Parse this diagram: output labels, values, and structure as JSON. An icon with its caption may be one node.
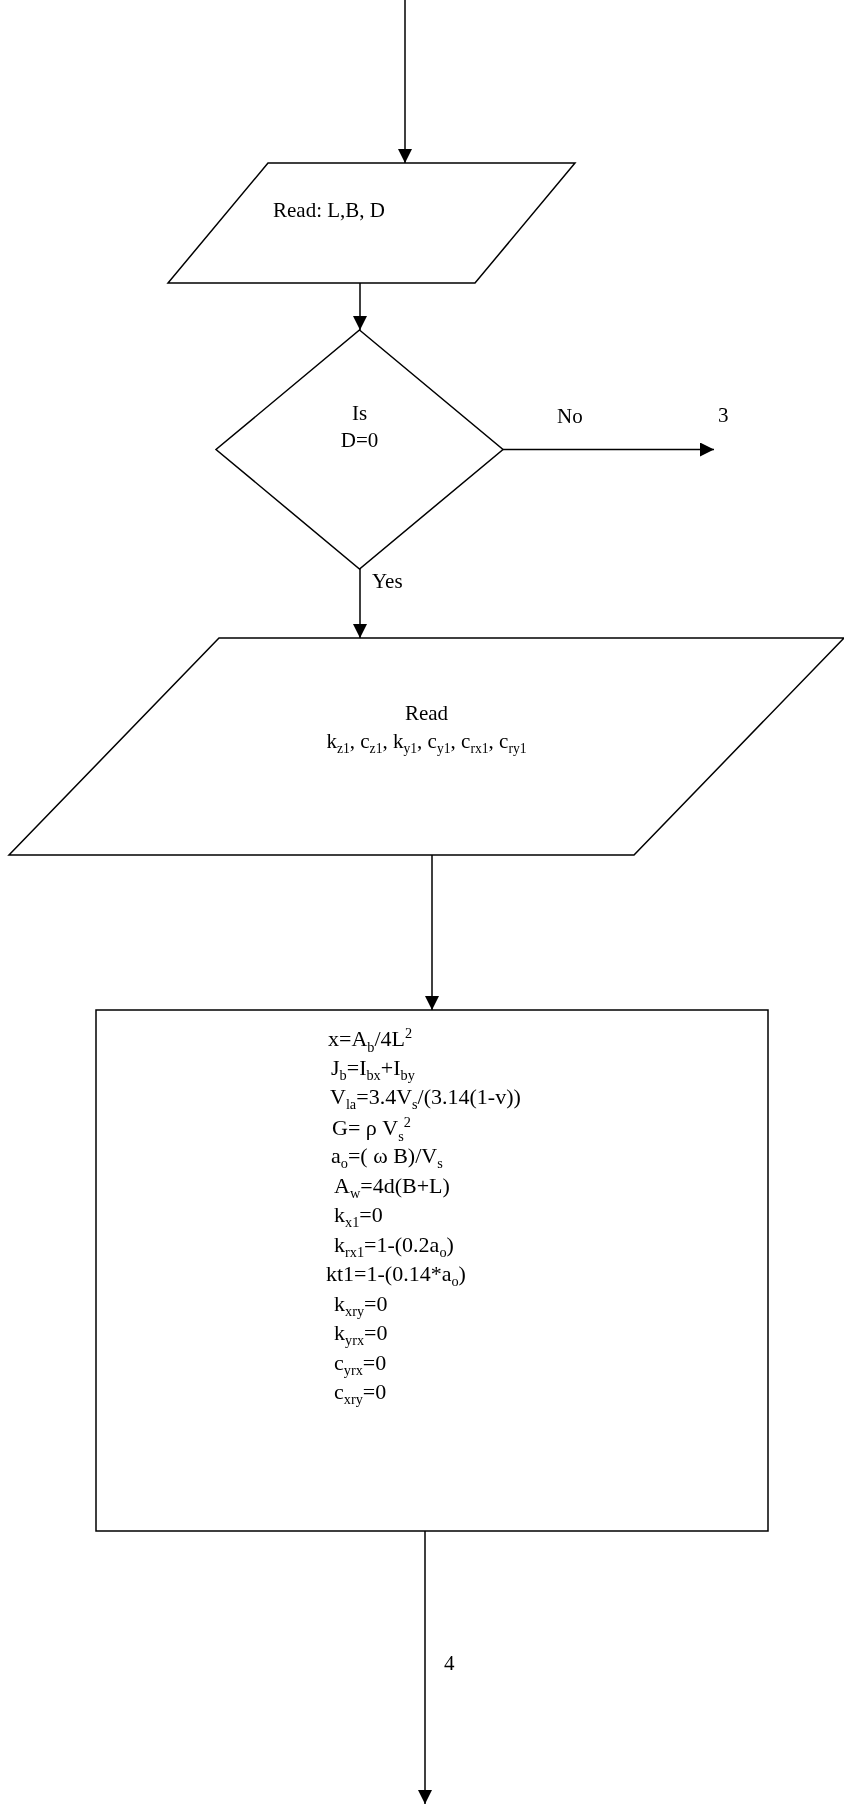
{
  "diagram": {
    "nodes": [
      {
        "text": [
          "Read: L,B, D"
        ]
      },
      {
        "text": [
          "Is D=0"
        ]
      },
      {
        "text": [
          "Read",
          "k$_{z1}$, c$_{z1}$, k$_{y1}$, c$_{y1}$, c$_{rx1}$, c$_{ry1}$"
        ]
      },
      {
        "text": [
          "x=A$_{b}$/4L$^{2}$",
          "J$_{b}$=I$_{bx}$+I$_{by}$",
          "V$_{la}$=3.4V$_{s}$/(3.14(1-v))",
          "G= ρ V$_{s}$$^{2}$",
          "a$_{o}$=( ω B)/V$_{s}$",
          "A$_{w}$=4d(B+L)",
          "k$_{x1}$=0",
          "k$_{rx1}$=1-(0.2a$_{o}$)",
          "kt1=1-(0.14*a$_{o}$)",
          "k$_{xry}$=0",
          "k$_{yrx}$=0",
          "c$_{yrx}$=0",
          "c$_{xry}$=0"
        ]
      },
      {
        "text": [
          "3"
        ]
      }
    ],
    "edges": [
      {
        "from": null,
        "to": 0,
        "arrow": "to"
      },
      {
        "from": 0,
        "to": 1,
        "arrow": "to"
      },
      {
        "from": 1,
        "to": 4,
        "arrow": "to",
        "label": "No"
      },
      {
        "from": 1,
        "to": 2,
        "arrow": "to",
        "label": "Yes"
      },
      {
        "from": 2,
        "to": 3,
        "arrow": "to"
      },
      {
        "from": 3,
        "to": null,
        "arrow": "to"
      }
    ],
    "labels": [
      "4"
    ]
  }
}
